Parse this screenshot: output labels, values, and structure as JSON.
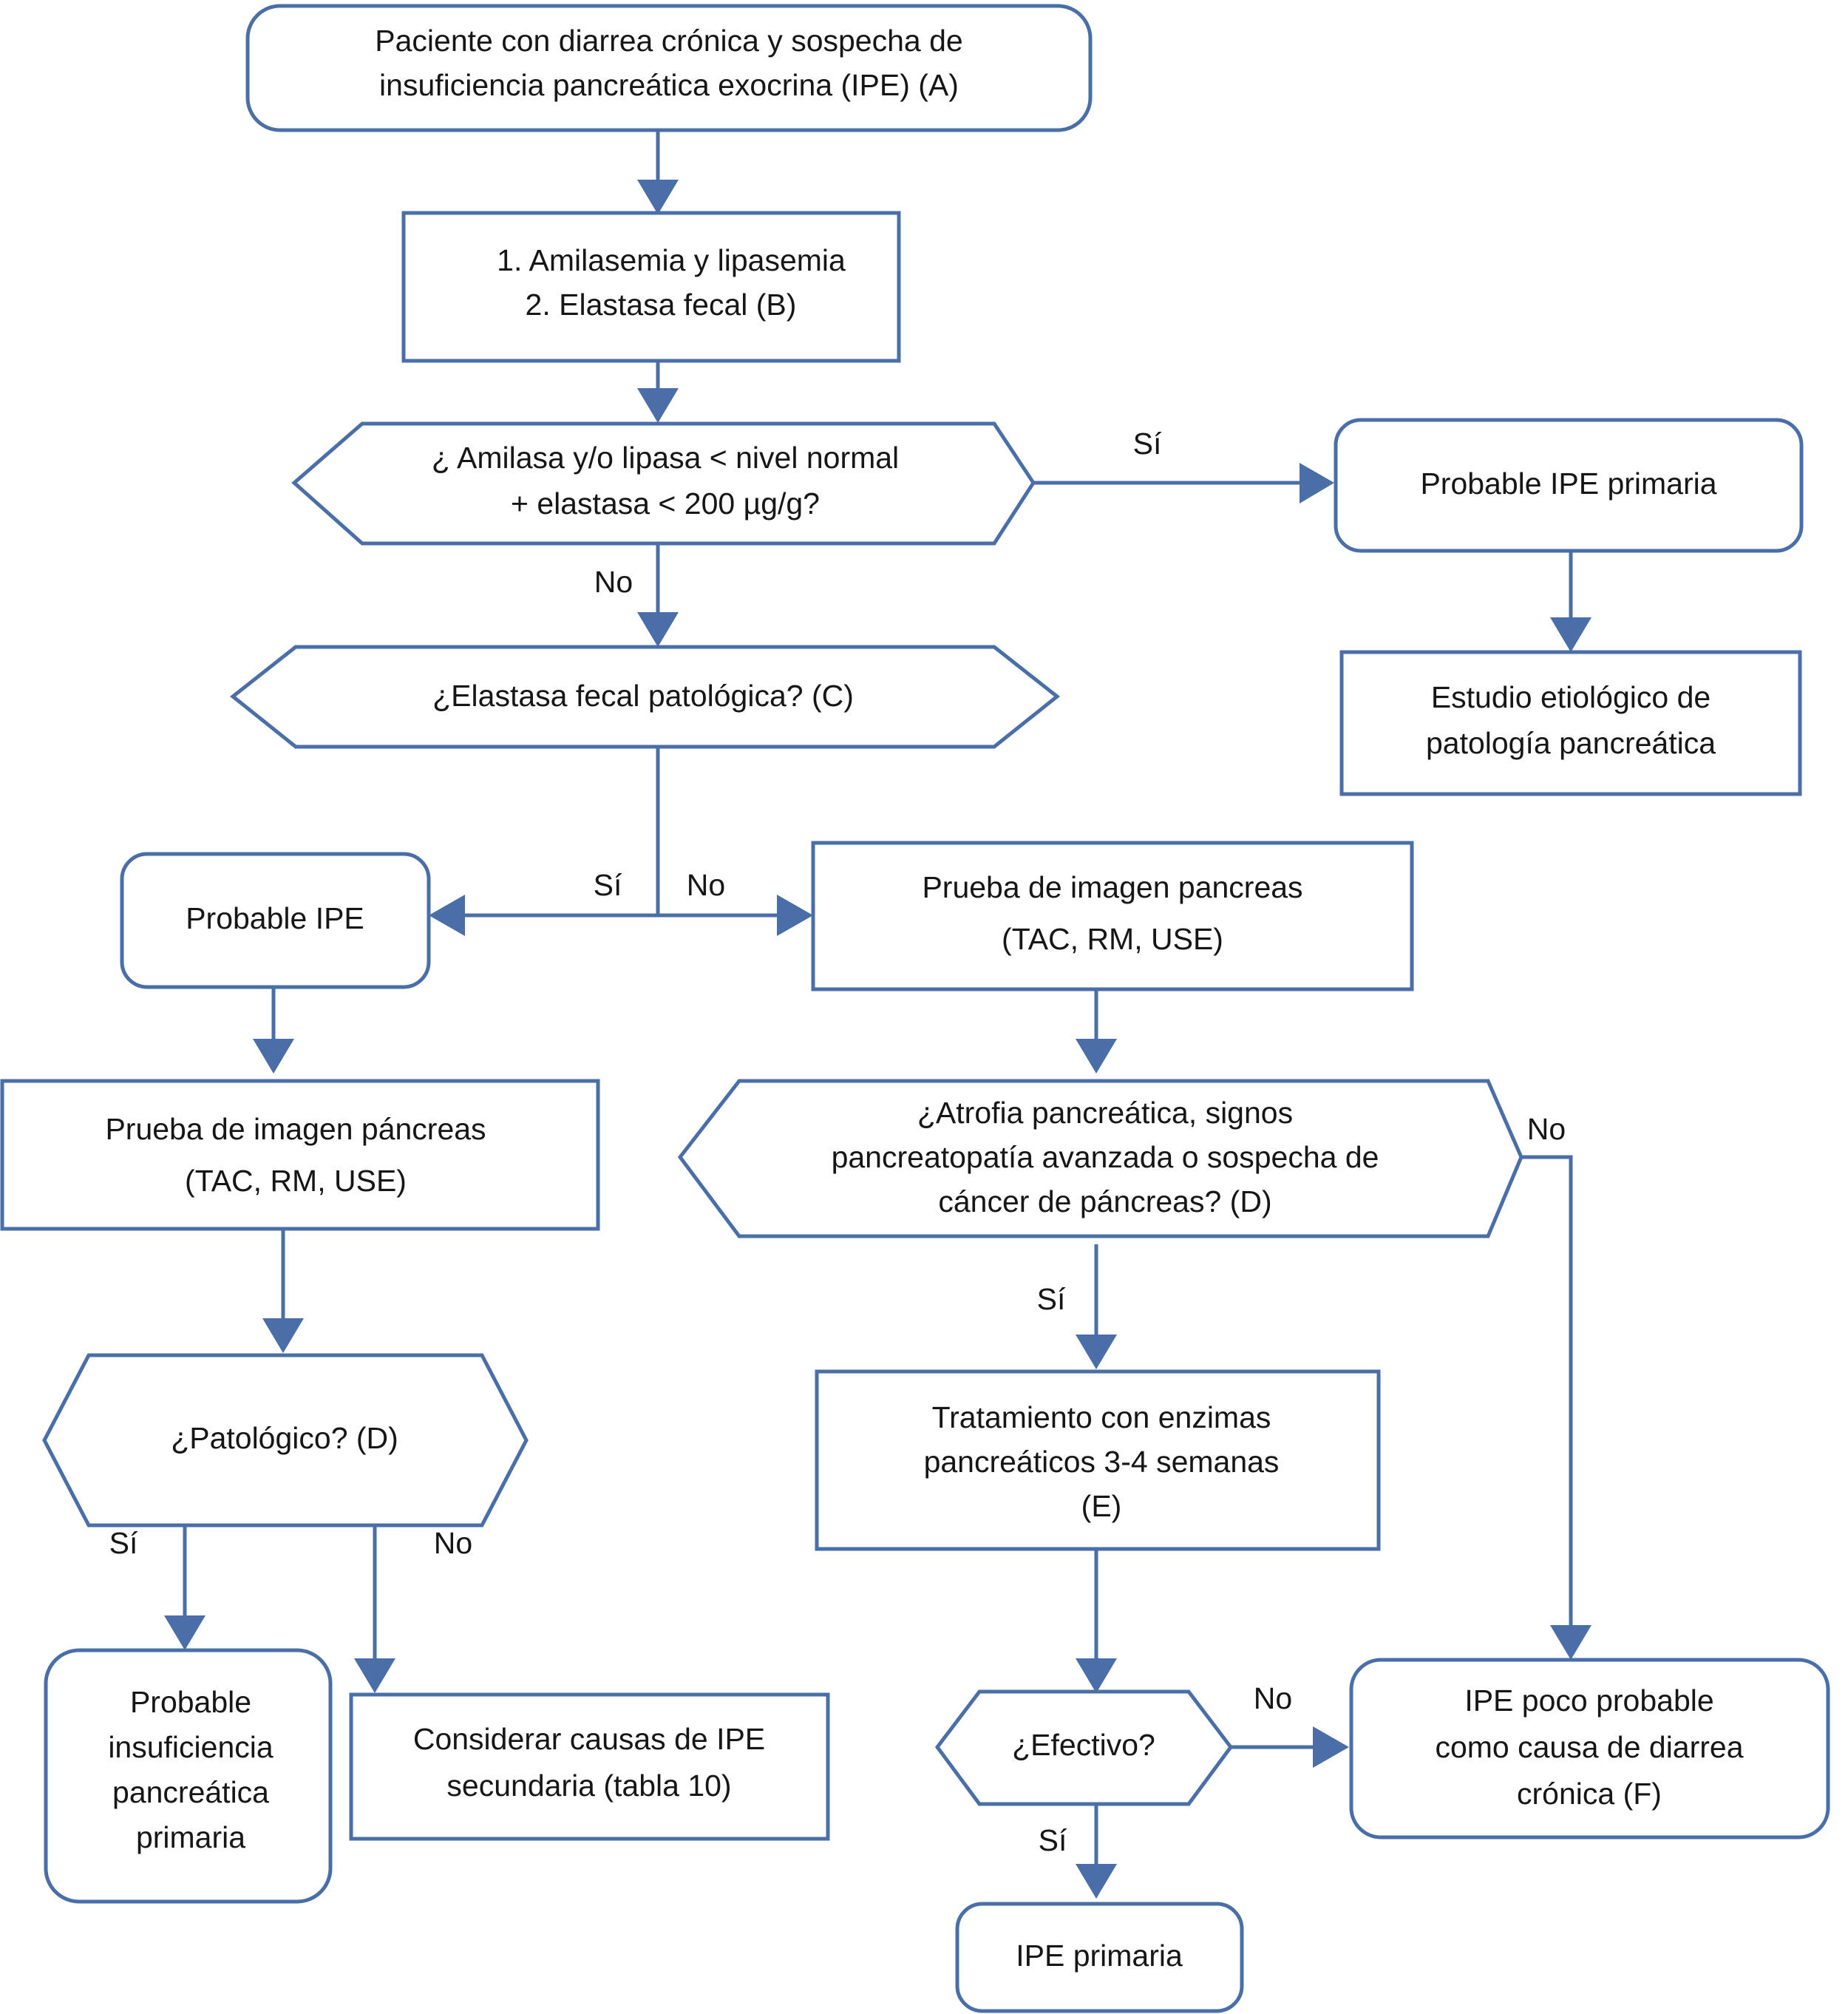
{
  "diagram": {
    "type": "flowchart",
    "language": "es",
    "orientation": "top-down",
    "colors": {
      "border": "#4a6fa8",
      "fill": "#ffffff",
      "text": "#161616",
      "background": "#ffffff"
    },
    "nodes": [
      {
        "id": "start",
        "shape": "rounded-rect",
        "lines": [
          "Paciente con diarrea crónica y sospecha de",
          "insuficiencia pancreática exocrina (IPE) (A)"
        ]
      },
      {
        "id": "tests",
        "shape": "rect",
        "lines": [
          "1. Amilasemia y lipasemia",
          "2. Elastasa fecal  (B)"
        ]
      },
      {
        "id": "decision-amilasa",
        "shape": "hexagon",
        "lines": [
          "¿ Amilasa y/o lipasa < nivel normal",
          "+ elastasa < 200 µg/g?"
        ]
      },
      {
        "id": "probable-ipe-primaria",
        "shape": "rounded-rect",
        "lines": [
          "Probable IPE primaria"
        ]
      },
      {
        "id": "estudio-etiologico",
        "shape": "rect",
        "lines": [
          "Estudio etiológico de",
          "patología pancreática"
        ]
      },
      {
        "id": "decision-elastasa",
        "shape": "hexagon",
        "lines": [
          "¿Elastasa fecal patológica? (C)"
        ]
      },
      {
        "id": "probable-ipe",
        "shape": "rounded-rect",
        "lines": [
          "Probable IPE"
        ]
      },
      {
        "id": "imagen-pancreas-derecha",
        "shape": "rect",
        "lines": [
          "Prueba de imagen pancreas",
          "(TAC, RM, USE)"
        ]
      },
      {
        "id": "imagen-pancreas-izquierda",
        "shape": "rect",
        "lines": [
          "Prueba de imagen páncreas",
          "(TAC, RM, USE)"
        ]
      },
      {
        "id": "decision-atrofia",
        "shape": "hexagon",
        "lines": [
          "¿Atrofia pancreática, signos",
          "pancreatopatía avanzada o sospecha de",
          "cáncer de páncreas? (D)"
        ]
      },
      {
        "id": "decision-patologico",
        "shape": "hexagon",
        "lines": [
          "¿Patológico? (D)"
        ]
      },
      {
        "id": "tratamiento-enzimas",
        "shape": "rect",
        "lines": [
          "Tratamiento con enzimas",
          "pancreáticos 3-4 semanas",
          "(E)"
        ]
      },
      {
        "id": "probable-insuficiencia",
        "shape": "rounded-rect",
        "lines": [
          "Probable",
          "insuficiencia",
          "pancreática",
          "primaria"
        ]
      },
      {
        "id": "considerar-causas",
        "shape": "rect",
        "lines": [
          "Considerar causas de IPE",
          "secundaria (tabla 10)"
        ]
      },
      {
        "id": "decision-efectivo",
        "shape": "hexagon",
        "lines": [
          "¿Efectivo?"
        ]
      },
      {
        "id": "ipe-poco-probable",
        "shape": "rounded-rect",
        "lines": [
          "IPE poco probable",
          "como causa de diarrea",
          "crónica (F)"
        ]
      },
      {
        "id": "ipe-primaria",
        "shape": "rounded-rect",
        "lines": [
          "IPE primaria"
        ]
      }
    ],
    "edge_labels": {
      "amilasa_si": "Sí",
      "amilasa_no": "No",
      "elastasa_si": "Sí",
      "elastasa_no": "No",
      "atrofia_si": "Sí",
      "atrofia_no": "No",
      "patologico_si": "Sí",
      "patologico_no": "No",
      "efectivo_si": "Sí",
      "efectivo_no": "No"
    },
    "edges": [
      {
        "from": "start",
        "to": "tests",
        "label": ""
      },
      {
        "from": "tests",
        "to": "decision-amilasa",
        "label": ""
      },
      {
        "from": "decision-amilasa",
        "to": "probable-ipe-primaria",
        "label": "Sí"
      },
      {
        "from": "decision-amilasa",
        "to": "decision-elastasa",
        "label": "No"
      },
      {
        "from": "probable-ipe-primaria",
        "to": "estudio-etiologico",
        "label": ""
      },
      {
        "from": "decision-elastasa",
        "to": "probable-ipe",
        "label": "Sí"
      },
      {
        "from": "decision-elastasa",
        "to": "imagen-pancreas-derecha",
        "label": "No"
      },
      {
        "from": "probable-ipe",
        "to": "imagen-pancreas-izquierda",
        "label": ""
      },
      {
        "from": "imagen-pancreas-derecha",
        "to": "decision-atrofia",
        "label": ""
      },
      {
        "from": "imagen-pancreas-izquierda",
        "to": "decision-patologico",
        "label": ""
      },
      {
        "from": "decision-atrofia",
        "to": "tratamiento-enzimas",
        "label": "Sí"
      },
      {
        "from": "decision-atrofia",
        "to": "ipe-poco-probable",
        "label": "No"
      },
      {
        "from": "decision-patologico",
        "to": "probable-insuficiencia",
        "label": "Sí"
      },
      {
        "from": "decision-patologico",
        "to": "considerar-causas",
        "label": "No"
      },
      {
        "from": "tratamiento-enzimas",
        "to": "decision-efectivo",
        "label": ""
      },
      {
        "from": "decision-efectivo",
        "to": "ipe-poco-probable",
        "label": "No"
      },
      {
        "from": "decision-efectivo",
        "to": "ipe-primaria",
        "label": "Sí"
      }
    ]
  }
}
